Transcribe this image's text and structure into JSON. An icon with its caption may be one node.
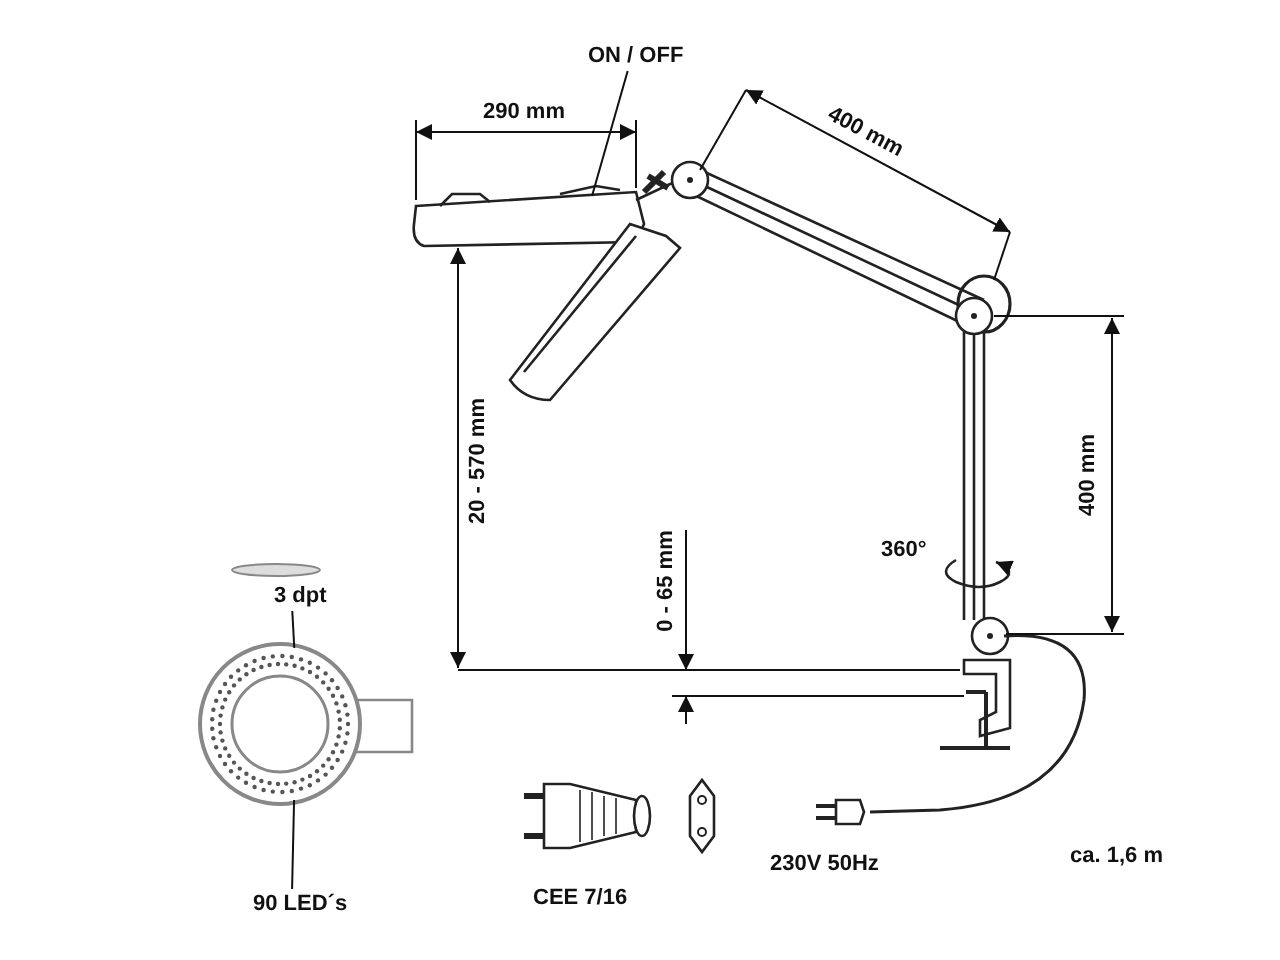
{
  "diagram": {
    "nodes": [
      {
        "text": [
          "ON / OFF"
        ]
      },
      {
        "text": [
          "3 dpt"
        ]
      },
      {
        "text": [
          "90 LED´s"
        ]
      },
      {
        "text": [],
        "shape": "picture"
      }
    ],
    "edges": [
      {
        "from": 0,
        "to": null,
        "arrow": "none"
      },
      {
        "from": 1,
        "to": 3,
        "arrow": "none"
      },
      {
        "from": 2,
        "to": 3,
        "arrow": "none"
      }
    ],
    "labels": [
      "290 mm",
      "400 mm",
      "400 mm",
      "20 - 570 mm",
      "0 - 65 mm",
      "360°",
      "CEE 7/16",
      "230V 50Hz",
      "ca. 1,6 m"
    ]
  }
}
